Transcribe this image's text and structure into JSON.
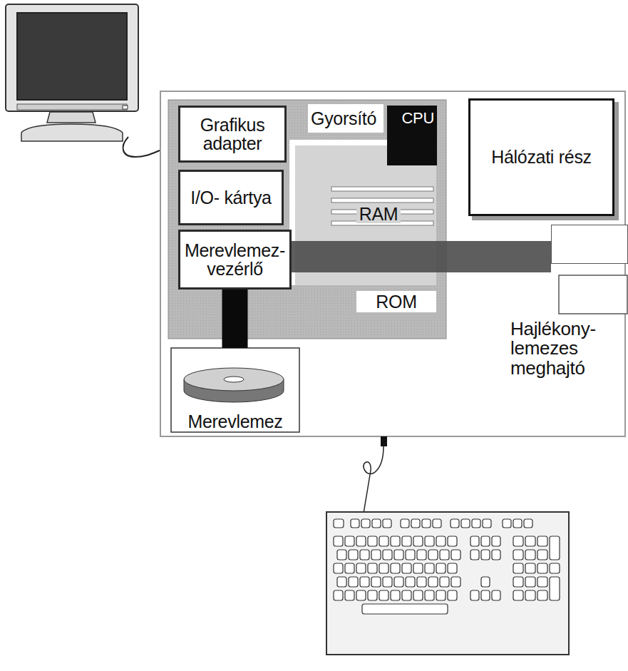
{
  "diagram": {
    "nodes": [
      {
        "text": [
          "Grafikus adapter"
        ]
      },
      {
        "text": [
          "Gyorsító"
        ]
      },
      {
        "text": [
          "CPU"
        ]
      },
      {
        "text": [
          "Hálózati rész"
        ]
      },
      {
        "text": [
          "RAM"
        ]
      },
      {
        "text": [
          "I/O- kártya"
        ]
      },
      {
        "text": [
          "Merevlemez- vezérlő"
        ]
      },
      {
        "text": [
          "ROM"
        ]
      },
      {
        "text": [
          "Hajlékony- lemezes meghajtó"
        ]
      },
      {
        "text": [
          "Merevlemez"
        ]
      }
    ],
    "edges": [
      {
        "from": 6,
        "to": 9,
        "arrow": "none"
      },
      {
        "from": 6,
        "to": 8,
        "arrow": "none"
      }
    ]
  }
}
